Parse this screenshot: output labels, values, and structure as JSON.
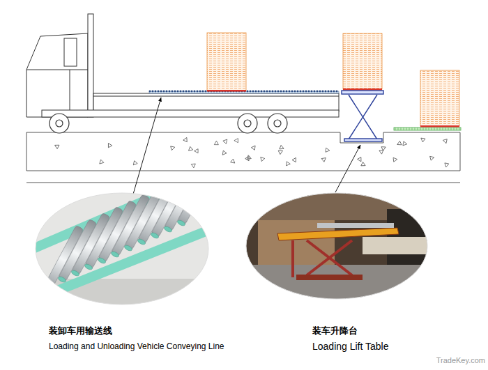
{
  "diagram": {
    "labels": [
      "装卸车用输送线",
      "Loading and Unloading Vehicle Conveying Line",
      "装车升降台",
      "Loading Lift Table",
      "TradeKey.com"
    ]
  }
}
